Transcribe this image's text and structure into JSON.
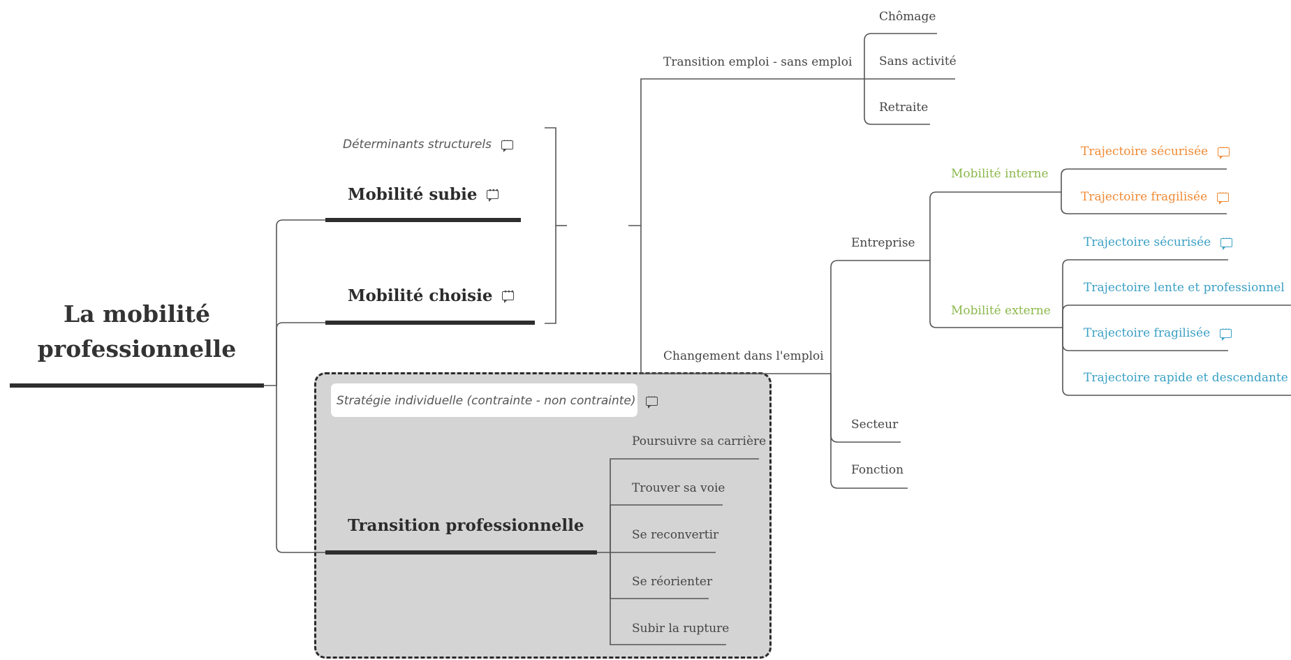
{
  "mindmap": {
    "root": {
      "label": "La mobilité professionnelle"
    },
    "branches": {
      "mobilite_subie": {
        "label": "Mobilité subie"
      },
      "mobilite_choisie": {
        "label": "Mobilité choisie"
      },
      "transition_professionnelle": {
        "label": "Transition professionnelle"
      }
    },
    "summaries": {
      "determinants": "Déterminants structurels",
      "strategie": "Stratégie individuelle (contrainte - non contrainte)"
    },
    "transition_emploi": {
      "label": "Transition emploi - sans emploi",
      "children": [
        "Chômage",
        "Sans activité",
        "Retraite"
      ]
    },
    "changement_emploi": {
      "label": "Changement dans l'emploi",
      "entreprise": "Entreprise",
      "secteur": "Secteur",
      "fonction": "Fonction",
      "mobilite_interne": {
        "label": "Mobilité interne",
        "children": [
          "Trajectoire sécurisée",
          "Trajectoire fragilisée"
        ]
      },
      "mobilite_externe": {
        "label": "Mobilité externe",
        "children": [
          "Trajectoire sécurisée",
          "Trajectoire lente et professionnel",
          "Trajectoire fragilisée",
          "Trajectoire rapide et descendante"
        ]
      }
    },
    "transition_children": [
      "Poursuivre sa carrière",
      "Trouver sa voie",
      "Se reconvertir",
      "Se réorienter",
      "Subir la rupture"
    ],
    "colors": {
      "line": "#555555",
      "main_line": "#2e2e2e",
      "green": "#8bb84a",
      "orange": "#f08a34",
      "blue": "#3aa0c4",
      "boundary_fill": "#d4d4d4"
    },
    "icons": {
      "note": "note-icon"
    }
  }
}
